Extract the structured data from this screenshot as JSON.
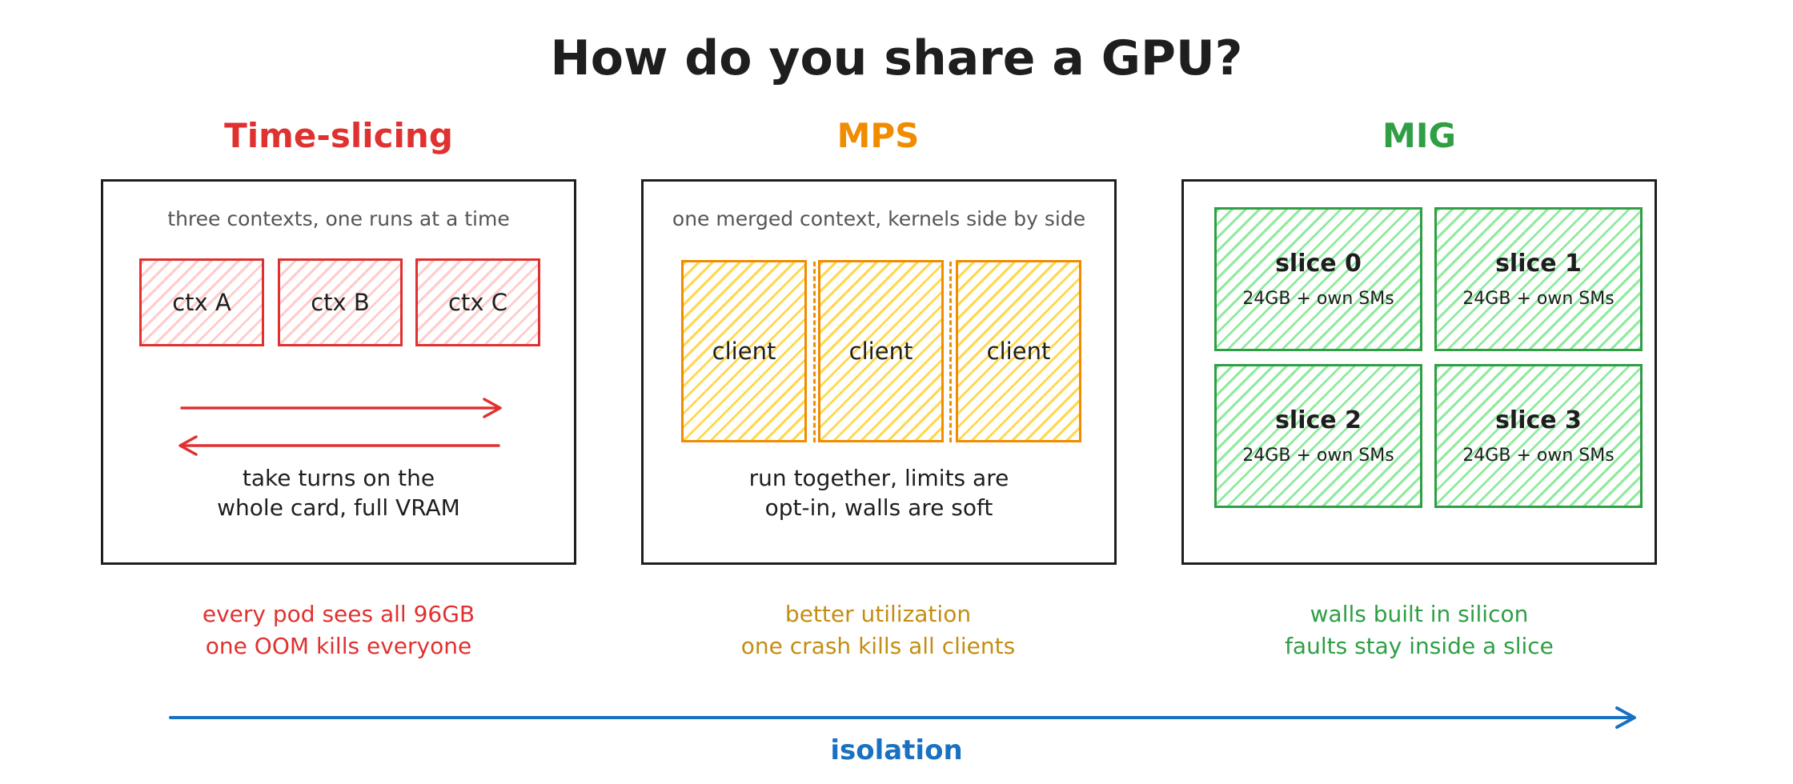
{
  "title": "How do you share a GPU?",
  "colors": {
    "time_slicing": "#e03131",
    "mps": "#f08c00",
    "mig": "#2f9e44",
    "isolation": "#1971c2",
    "ink": "#1e1e1e"
  },
  "columns": {
    "time_slicing": {
      "heading": "Time-slicing",
      "subtitle": "three contexts, one runs at a time",
      "contexts": [
        "ctx A",
        "ctx B",
        "ctx C"
      ],
      "caption_line1": "take turns on the",
      "caption_line2": "whole card, full VRAM",
      "note_line1": "every pod sees all 96GB",
      "note_line2": "one OOM kills everyone"
    },
    "mps": {
      "heading": "MPS",
      "subtitle": "one merged context, kernels side by side",
      "clients": [
        "client",
        "client",
        "client"
      ],
      "caption_line1": "run together, limits are",
      "caption_line2": "opt-in, walls are soft",
      "note_line1": "better utilization",
      "note_line2": "one crash kills all clients"
    },
    "mig": {
      "heading": "MIG",
      "slices": [
        {
          "name": "slice 0",
          "detail": "24GB + own SMs"
        },
        {
          "name": "slice 1",
          "detail": "24GB + own SMs"
        },
        {
          "name": "slice 2",
          "detail": "24GB + own SMs"
        },
        {
          "name": "slice 3",
          "detail": "24GB + own SMs"
        }
      ],
      "note_line1": "walls built in silicon",
      "note_line2": "faults stay inside a slice"
    }
  },
  "axis": {
    "label": "isolation"
  }
}
